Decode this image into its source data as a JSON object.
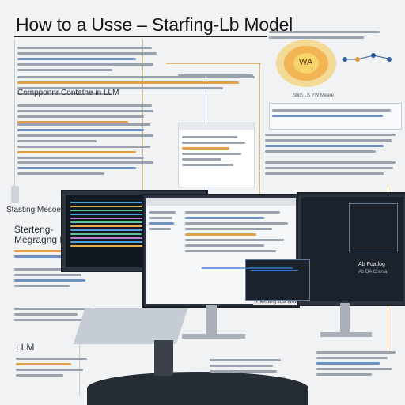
{
  "title": "How to a Usse – Starfing-Lb Model",
  "left_headings": {
    "main": "Compponnr Contathe in LLM",
    "stacked_label": "Stasting Mesoe",
    "stacked_sub1": "Sterteng-",
    "stacked_sub2": "Megragng Domlout",
    "bottom": "LLM"
  },
  "center_right_label": "StiiG LS YW Meare",
  "blob_label": "WA",
  "monitor_right_label": "Ab Foatlog",
  "monitor_right_sub": "Ab DA Cranla",
  "status_bar": "Then Bhg Jost  Wow Ar",
  "colors": {
    "background": "#f1f2f4",
    "accent_orange": "#e29a3c",
    "accent_blue": "#3b7bd6",
    "blob_yellow": "#f6c64a",
    "monitor_dark": "#1a1f27"
  }
}
